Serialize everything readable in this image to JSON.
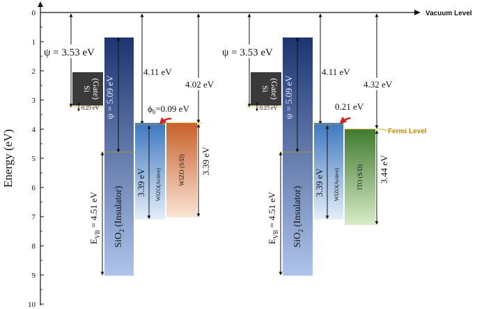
{
  "colors": {
    "sio2_top": "#1c3570",
    "sio2_bottom": "#aec4ea",
    "si_gate": "#3a3a3a",
    "wizo_active_top": "#3d78c0",
    "wizo_active_bottom": "#e4eef8",
    "wizo_sd_top": "#c8602a",
    "wizo_sd_bottom": "#fbe5d6",
    "ito_top": "#3f7a2e",
    "ito_bottom": "#d9ecc8",
    "fermi_line": "#d8a300",
    "fermi_label": "#c08a00",
    "barrier_arrow": "#d61f1f"
  },
  "axis": {
    "ylabel": "Energy (eV)",
    "ticks": [
      "0",
      "1",
      "2",
      "3",
      "4",
      "5",
      "6",
      "7",
      "8",
      "9",
      "10"
    ],
    "vacuum_label": "Vacuum Level"
  },
  "left_panel": {
    "psi_label": "ψ = 3.53 eV",
    "si_label": "Si",
    "gate_label": "(Gate)",
    "si_offset_label": "0.25 eV",
    "sio2_psi_label": "ψ = 5.09 eV",
    "sio2_label": "SiO",
    "sio2_sub": "2",
    "sio2_suffix": " (Insulator)",
    "evb_label": "E",
    "evb_sub": "VB",
    "evb_value": " = 4.51 eV",
    "wizo_active_ea": "4.11 eV",
    "wizo_active_gap": "3.39 eV",
    "wizo_active_label": "WIZO(Active)",
    "sd_ea": "4.02 eV",
    "sd_gap": "3.39 eV",
    "sd_label": "WIZO (S/D)",
    "barrier_phi": "ϕ",
    "barrier_sub": "b",
    "barrier_value": "=0.09 eV"
  },
  "right_panel": {
    "psi_label": "ψ = 3.53 eV",
    "si_label": "Si",
    "gate_label": "(Gate)",
    "si_offset_label": "0.25 eV",
    "sio2_psi_label": "ψ = 5.09 eV",
    "sio2_label": "SiO",
    "sio2_sub": "2",
    "sio2_suffix": " (Insulator)",
    "evb_label": "E",
    "evb_sub": "VB",
    "evb_value": " = 4.51 eV",
    "wizo_active_ea": "4.11 eV",
    "wizo_active_gap": "3.39 eV",
    "wizo_active_label": "WIZO(Active)",
    "sd_ea": "4.32 eV",
    "sd_gap": "3.44 eV",
    "sd_label": "ITO (S/D)",
    "barrier_value": "0.21 eV",
    "fermi_label": "Fermi Level"
  }
}
